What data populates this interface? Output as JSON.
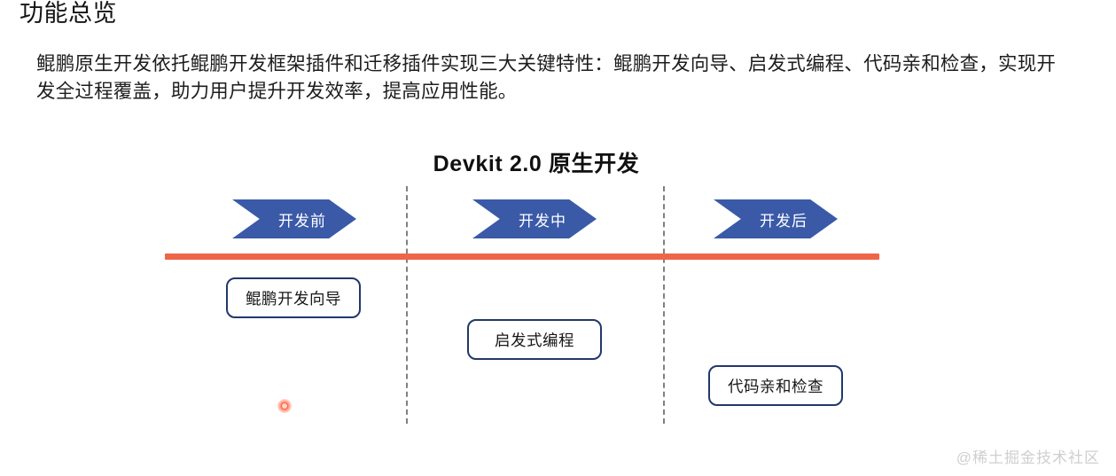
{
  "slide": {
    "title": "功能总览",
    "paragraph": "鲲鹏原生开发依托鲲鹏开发框架插件和迁移插件实现三大关键特性：鲲鹏开发向导、启发式编程、代码亲和检查，实现开发全过程覆盖，助力用户提升开发效率，提高应用性能。",
    "watermark": "@稀土掘金技术社区"
  },
  "diagram": {
    "title": "Devkit 2.0 原生开发",
    "phases": [
      {
        "label": "开发前"
      },
      {
        "label": "开发中"
      },
      {
        "label": "开发后"
      }
    ],
    "features": [
      {
        "label": "鲲鹏开发向导"
      },
      {
        "label": "启发式编程"
      },
      {
        "label": "代码亲和检查"
      }
    ],
    "colors": {
      "chevron_fill": "#3a5aa8",
      "chevron_text": "#ffffff",
      "timeline_line": "#ef6548",
      "divider": "#808080",
      "box_border": "#21386b",
      "box_fill": "#ffffff",
      "click_indicator": "#ff3b17"
    }
  }
}
